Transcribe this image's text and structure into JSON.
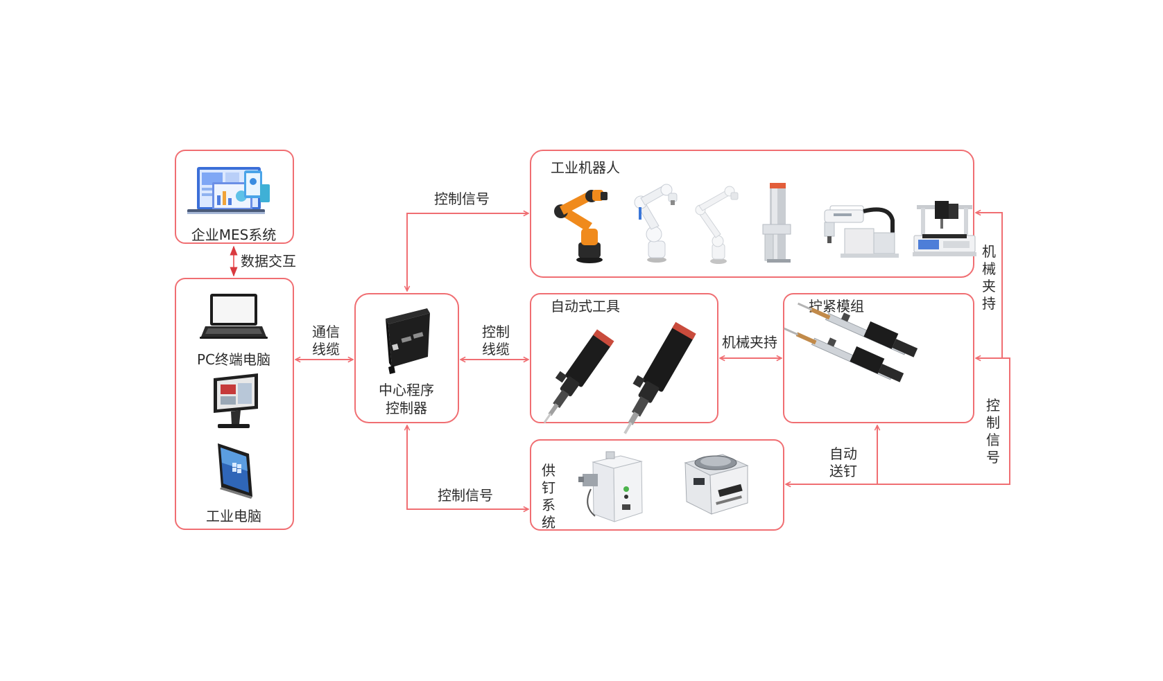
{
  "nodes": {
    "mes": {
      "label": "企业MES系统"
    },
    "pc_group": {
      "pc_label": "PC终端电脑",
      "ipc_label": "工业电脑"
    },
    "controller": {
      "label_line1": "中心程序",
      "label_line2": "控制器"
    },
    "robots": {
      "label": "工业机器人"
    },
    "tools": {
      "label": "自动式工具"
    },
    "module": {
      "label": "拧紧模组"
    },
    "feeder": {
      "label_chars": [
        "供",
        "钉",
        "系",
        "统"
      ]
    }
  },
  "edges": {
    "mes_pc": "数据交互",
    "pc_ctrl_1": "通信",
    "pc_ctrl_2": "线缆",
    "ctrl_robot": "控制信号",
    "ctrl_tool_1": "控制",
    "ctrl_tool_2": "线缆",
    "tool_module": "机械夹持",
    "ctrl_feeder": "控制信号",
    "feeder_module_1": "自动",
    "feeder_module_2": "送钉",
    "right_clamp_chars": [
      "机",
      "械",
      "夹",
      "持"
    ],
    "right_signal_chars": [
      "控",
      "制",
      "信",
      "号"
    ]
  },
  "colors": {
    "accent": "#f06e72",
    "robot_orange": "#f08a1c",
    "device_black": "#1f1f1f",
    "device_white": "#e9ecef"
  }
}
